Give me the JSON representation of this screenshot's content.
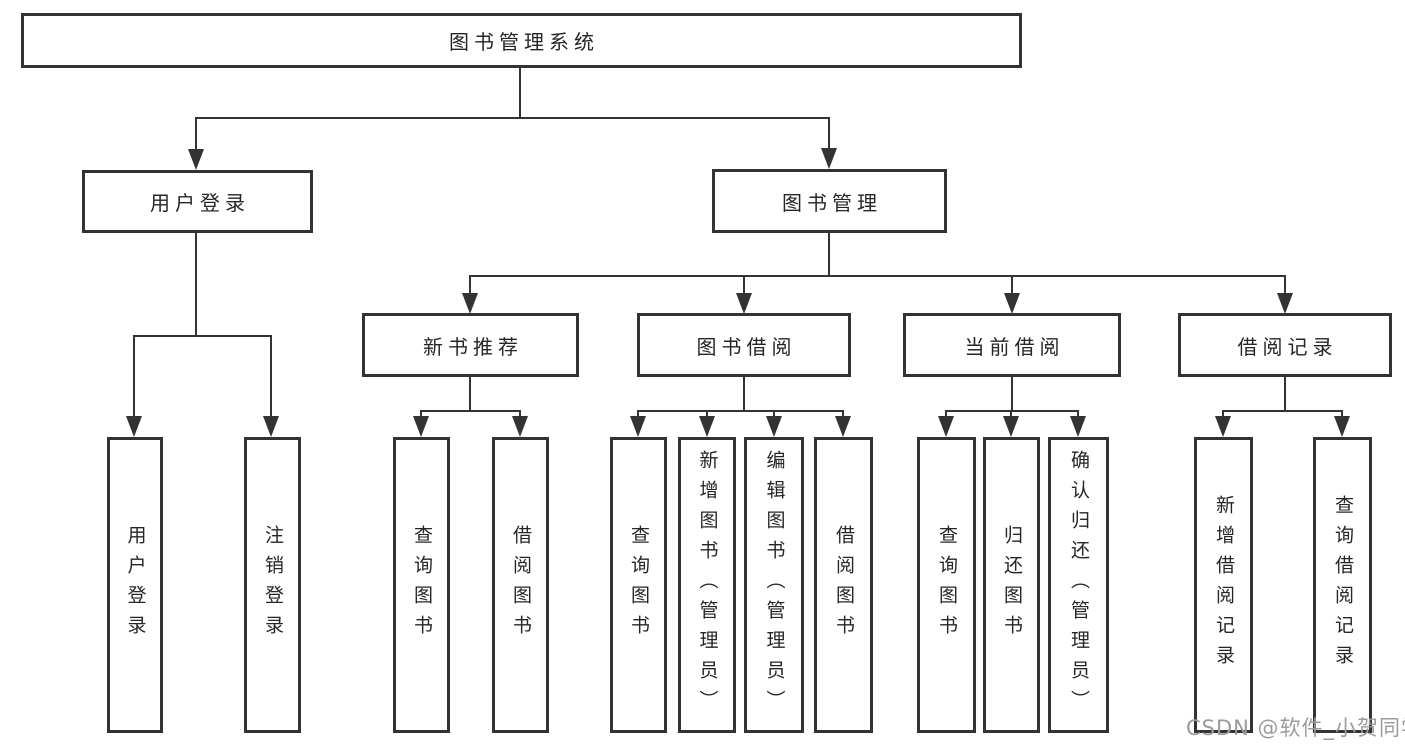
{
  "colors": {
    "line": "#333333",
    "text": "#262626",
    "background": "#ffffff",
    "watermark": "#9b9b9b"
  },
  "root": {
    "label": "图书管理系统"
  },
  "branches": [
    {
      "label": "用户登录",
      "children": [
        {
          "label": "用户登录"
        },
        {
          "label": "注销登录"
        }
      ]
    },
    {
      "label": "图书管理",
      "children": [
        {
          "label": "新书推荐",
          "children": [
            {
              "label": "查询图书"
            },
            {
              "label": "借阅图书"
            }
          ]
        },
        {
          "label": "图书借阅",
          "children": [
            {
              "label": "查询图书"
            },
            {
              "label": "新增图书（管理员）"
            },
            {
              "label": "编辑图书（管理员）"
            },
            {
              "label": "借阅图书"
            }
          ]
        },
        {
          "label": "当前借阅",
          "children": [
            {
              "label": "查询图书"
            },
            {
              "label": "归还图书"
            },
            {
              "label": "确认归还（管理员）"
            }
          ]
        },
        {
          "label": "借阅记录",
          "children": [
            {
              "label": "新增借阅记录"
            },
            {
              "label": "查询借阅记录"
            }
          ]
        }
      ]
    }
  ],
  "watermark": "CSDN @软件_小贺同学"
}
